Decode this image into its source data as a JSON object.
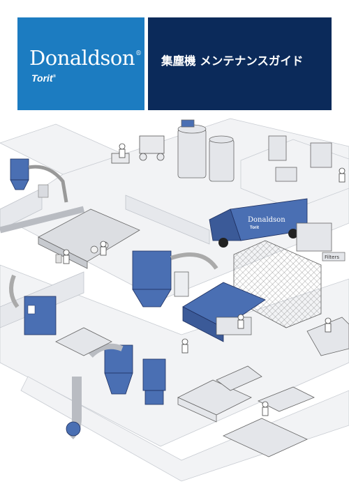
{
  "brand": {
    "name": "Donaldson",
    "name_mark": "®",
    "sub": "Torit",
    "sub_mark": "®",
    "color": "#1c7cc1"
  },
  "title": {
    "text": "集塵機 メンテナンスガイド",
    "color": "#0b2a5a"
  },
  "illustration": {
    "truck_label": "Donaldson",
    "truck_sub": "Torit",
    "sign_label": "Filters",
    "accent": "#4a6fb3"
  }
}
